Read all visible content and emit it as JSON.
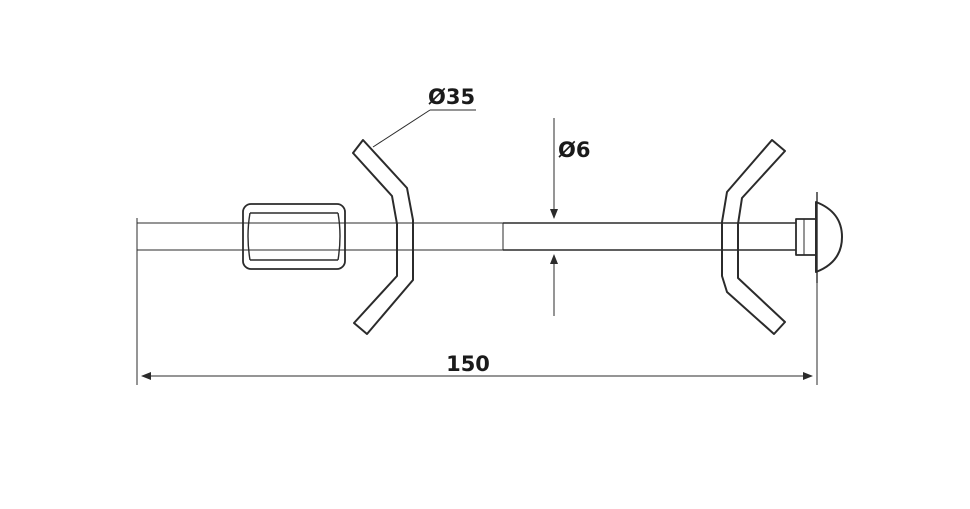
{
  "drawing": {
    "dim_diameter_plate": "Ø35",
    "dim_diameter_rod": "Ø6",
    "dim_length": "150"
  },
  "colors": {
    "line": "#2b2b2b",
    "background": "#ffffff"
  }
}
